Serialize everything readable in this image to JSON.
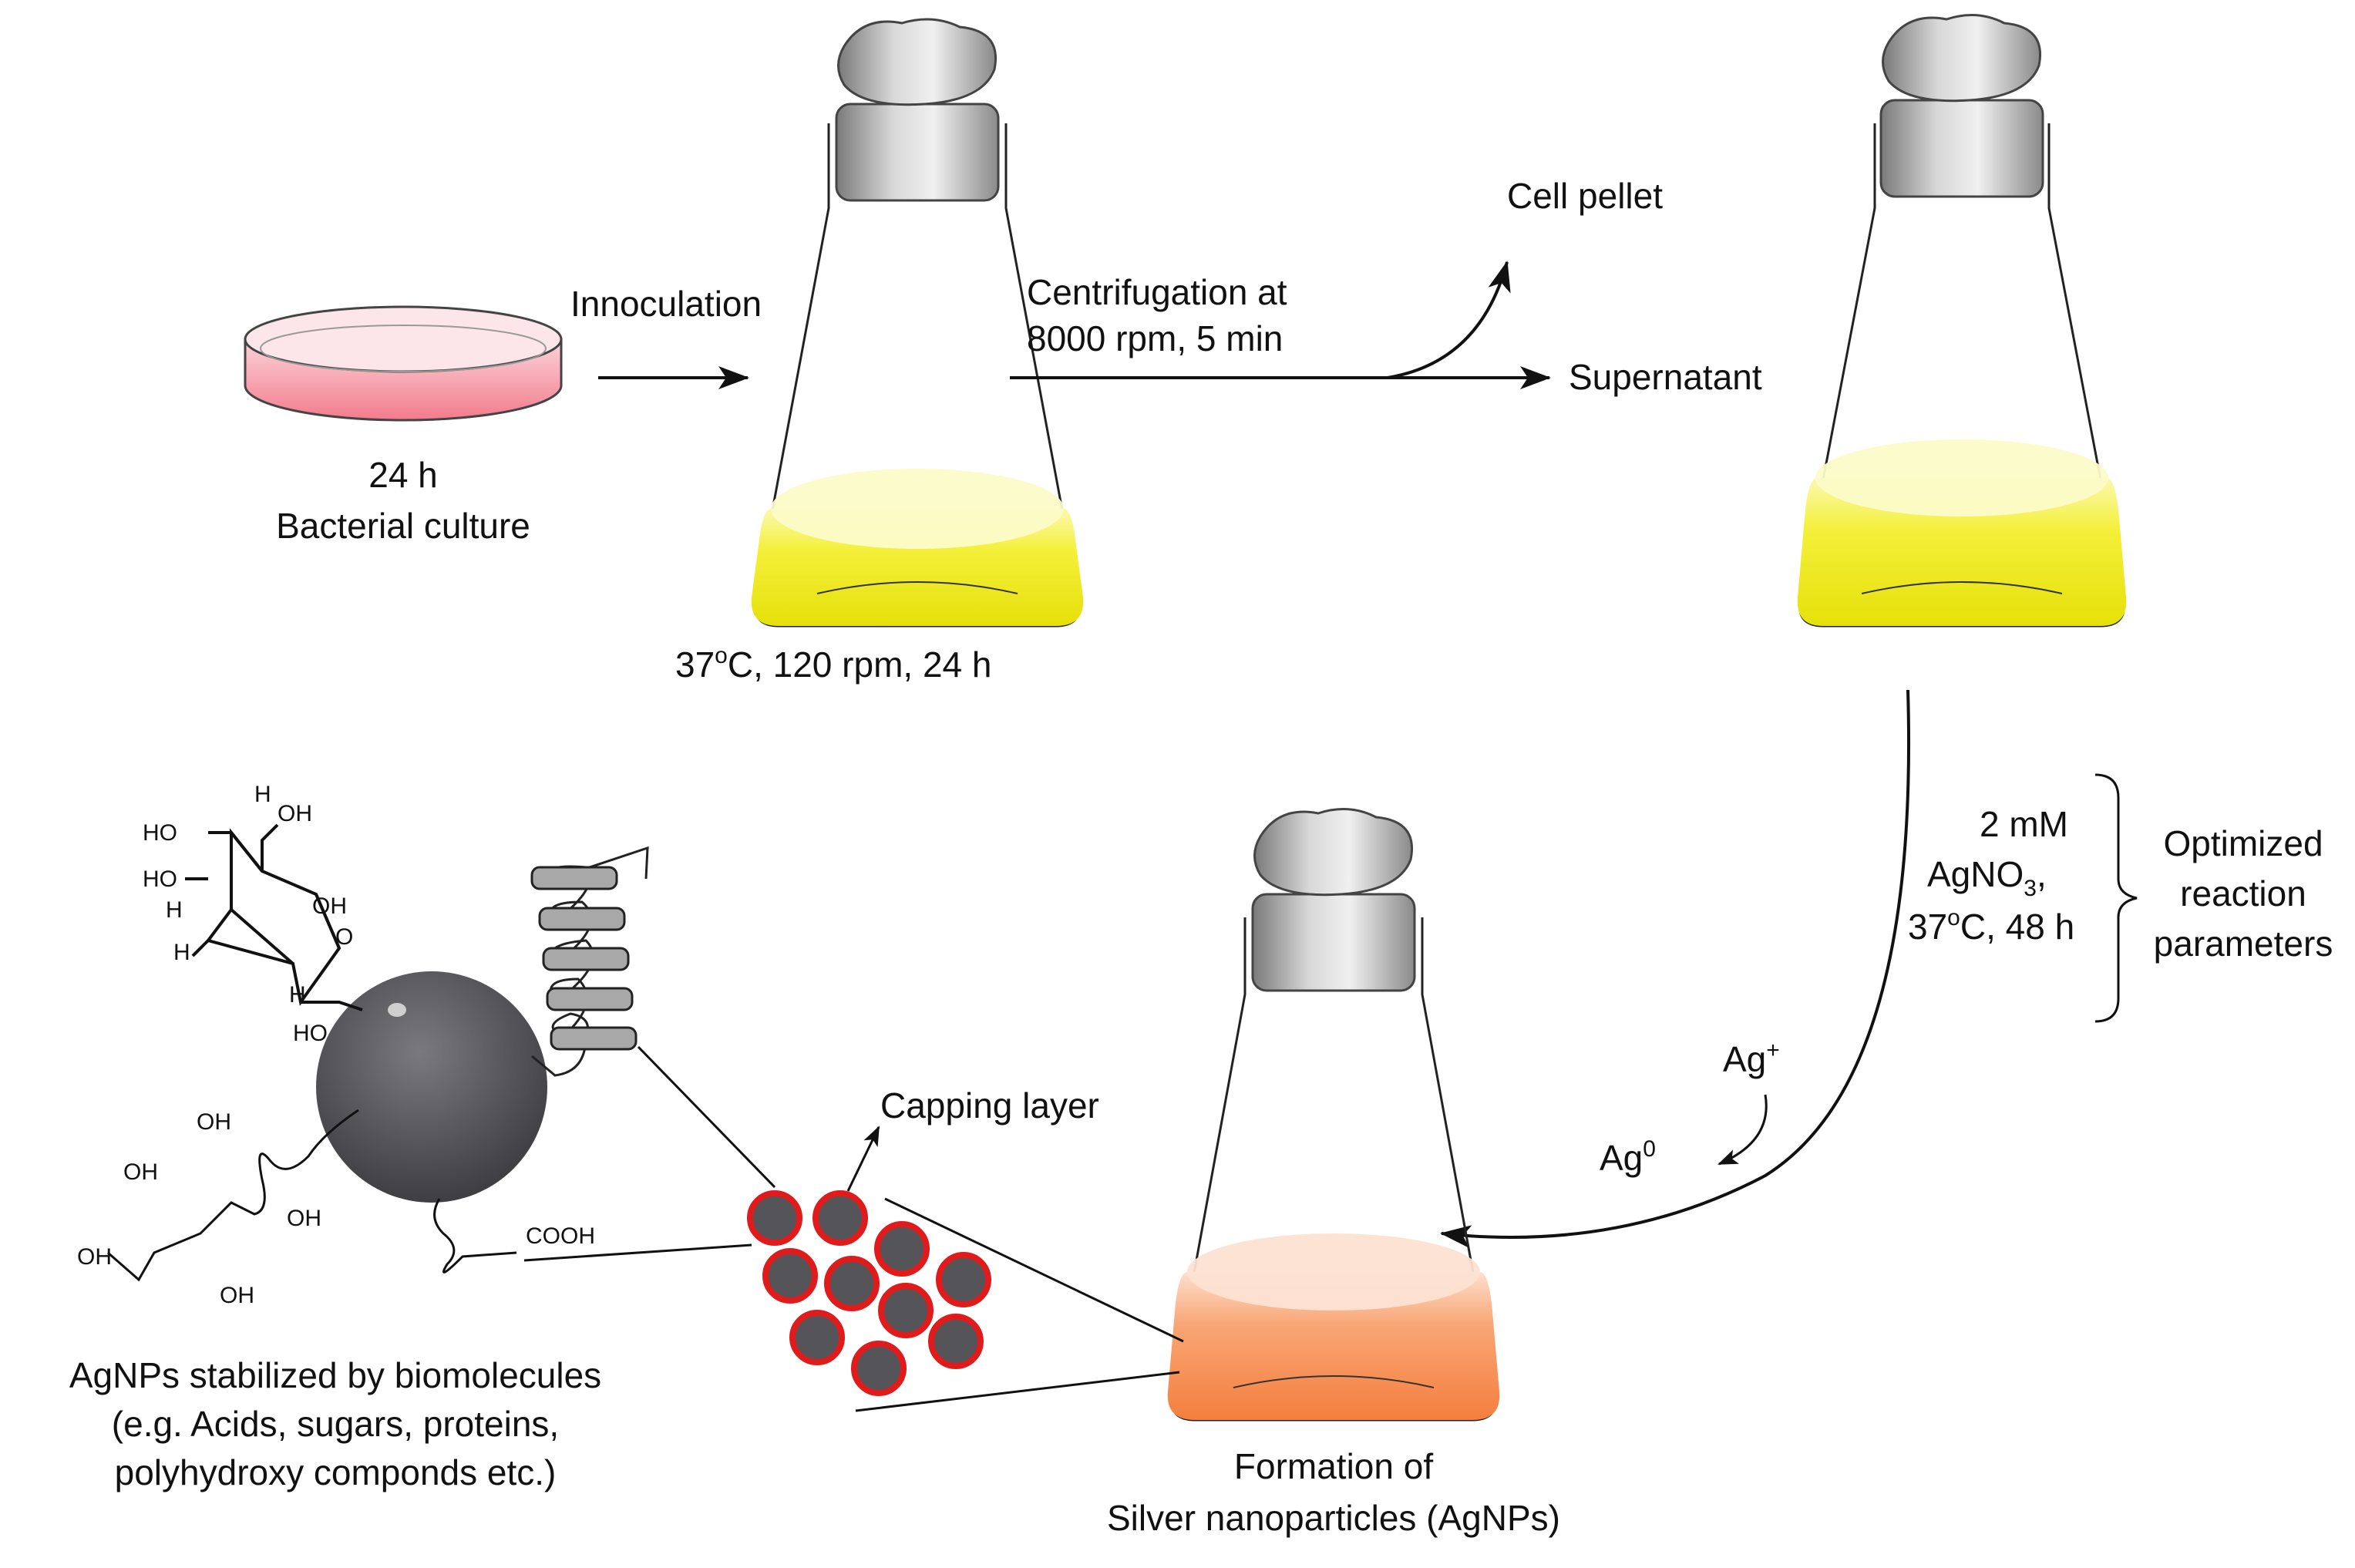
{
  "labels": {
    "petri_time": "24 h",
    "petri_desc": "Bacterial culture",
    "innoculation": "Innoculation",
    "incubation_a": "37",
    "incubation_sup": "o",
    "incubation_b": "C, 120 rpm, 24 h",
    "centrifugation_line1": "Centrifugation at",
    "centrifugation_line2": "8000 rpm, 5 min",
    "cell_pellet": "Cell pellet",
    "supernatant": "Supernatant",
    "agno3_line1": "2 mM",
    "agno3_line2": "AgNO",
    "agno3_sub": "3",
    "agno3_comma": ",",
    "reaction_temp_a": "37",
    "reaction_temp_sup": "o",
    "reaction_temp_b": "C, 48 h",
    "optimized_line1": "Optimized",
    "optimized_line2": "reaction",
    "optimized_line3": "parameters",
    "ag_plus": "Ag",
    "ag_plus_sup": "+",
    "ag_zero": "Ag",
    "ag_zero_sup": "0",
    "capping_layer": "Capping layer",
    "agnps_line1": "AgNPs stabilized by biomolecules",
    "agnps_line2": "(e.g. Acids, sugars, proteins,",
    "agnps_line3": "polyhydroxy componds etc.)",
    "formation_line1": "Formation of",
    "formation_line2": "Silver nanoparticles (AgNPs)"
  },
  "chem": {
    "ho_1": "HO",
    "h_1": "H",
    "oh_1": "OH",
    "ho_2": "HO",
    "oh_2": "OH",
    "h_2": "H",
    "h_3": "H",
    "o_ring": "O",
    "h_4": "H",
    "ho_3": "HO",
    "oh_chain_1": "OH",
    "oh_chain_2": "OH",
    "oh_chain_3": "OH",
    "oh_chain_4": "OH",
    "oh_chain_5": "OH",
    "cooh": "COOH"
  },
  "colors": {
    "yellow_liquid": "#f2ee1c",
    "orange_liquid": "#f7935a",
    "petri_pink": "#f58a98",
    "nanoparticle_core": "#555559",
    "nanoparticle_ring": "#e01b1b",
    "glass_stopper": "#bfbfbf"
  }
}
